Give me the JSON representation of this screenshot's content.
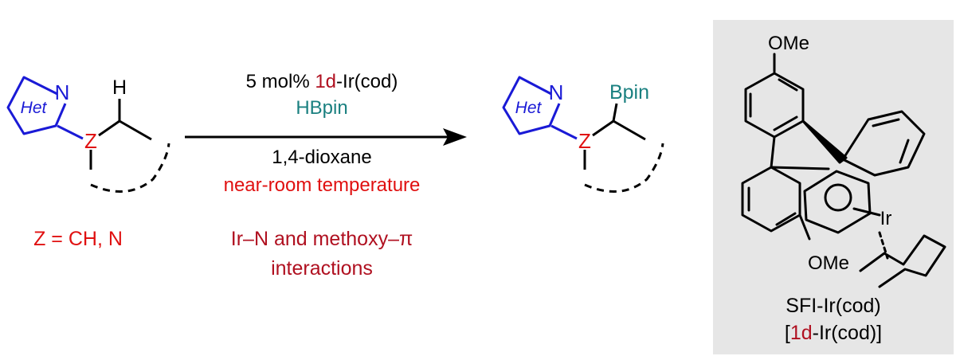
{
  "colors": {
    "black": "#000000",
    "het_blue": "#1a1ad6",
    "z_red": "#e01010",
    "dark_red": "#b01020",
    "teal": "#1a8080",
    "panel_gray": "#e6e6e6"
  },
  "reactant": {
    "ring_atom": "N",
    "ring_label": "Het",
    "z_atom": "Z",
    "h_atom": "H"
  },
  "product": {
    "ring_atom": "N",
    "ring_label": "Het",
    "z_atom": "Z",
    "boryl_group": "Bpin"
  },
  "conditions": {
    "catalyst_loading": "5 mol% ",
    "catalyst_id": "1d",
    "catalyst_suffix": "-Ir(cod)",
    "reagent": "HBpin",
    "solvent": "1,4-dioxane",
    "temperature": "near-room temperature"
  },
  "scope_note": "Z = CH, N",
  "interaction_note": {
    "line1": "Ir–N and methoxy–π",
    "line2": "interactions"
  },
  "catalyst_structure": {
    "ome_top": "OMe",
    "ome_bottom": "OMe",
    "metal": "Ir",
    "name": "SFI-Ir(cod)",
    "label_open": "[",
    "label_id": "1d",
    "label_close": "-Ir(cod)]"
  }
}
